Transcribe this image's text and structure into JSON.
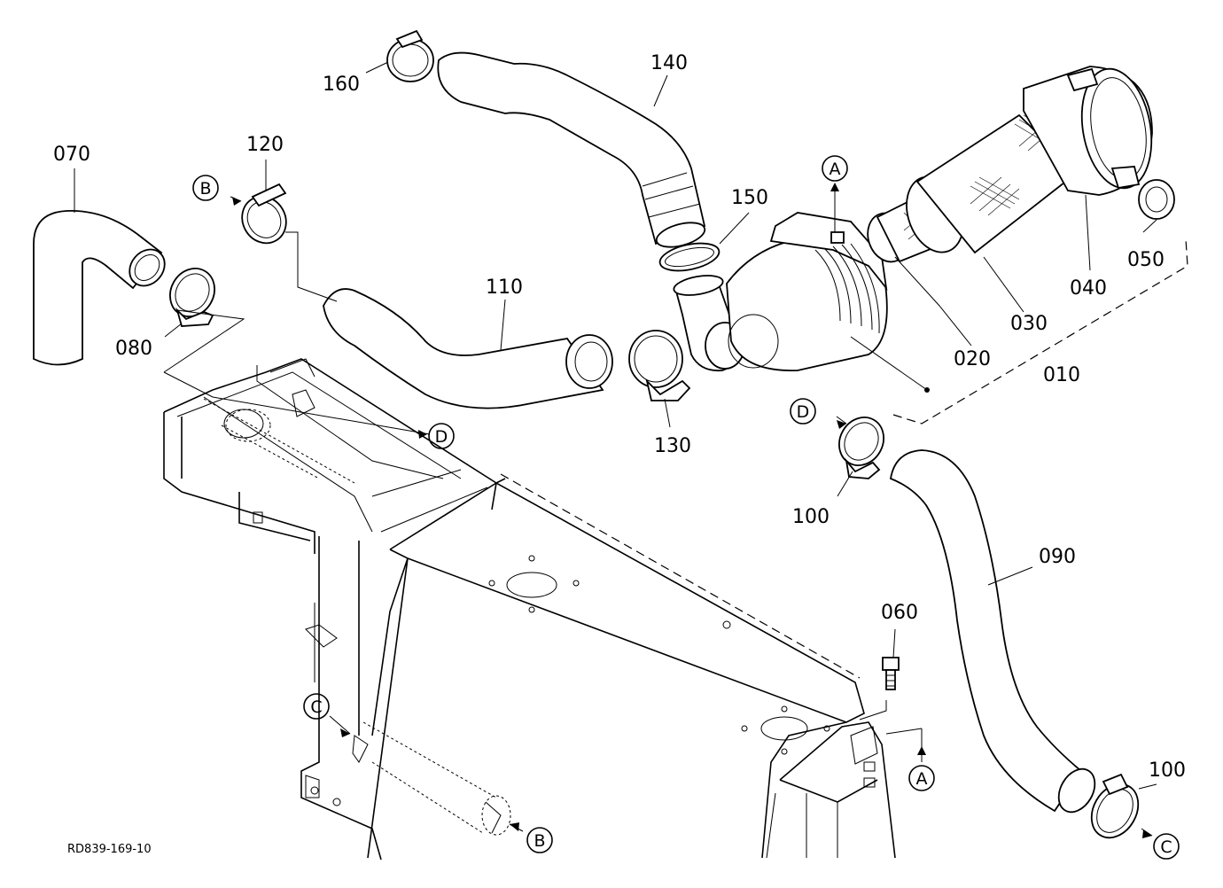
{
  "diagram": {
    "code": "RD839-169-10",
    "part_labels": {
      "p010": "010",
      "p020": "020",
      "p030": "030",
      "p040": "040",
      "p050": "050",
      "p060": "060",
      "p070": "070",
      "p080": "080",
      "p090": "090",
      "p100a": "100",
      "p100b": "100",
      "p110": "110",
      "p120": "120",
      "p130": "130",
      "p140": "140",
      "p150": "150",
      "p160": "160"
    },
    "ref_markers": {
      "a1": "A",
      "a2": "A",
      "b1": "B",
      "b2": "B",
      "c1": "C",
      "c2": "C",
      "d1": "D",
      "d2": "D"
    }
  }
}
